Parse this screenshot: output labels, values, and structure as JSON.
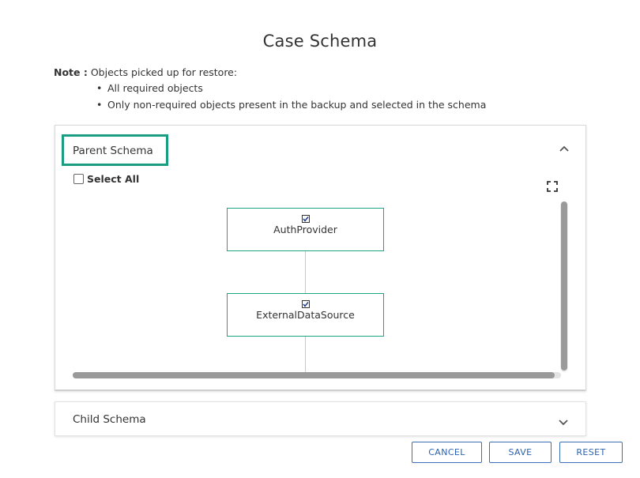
{
  "dialog": {
    "title": "Case Schema"
  },
  "note": {
    "label": "Note :",
    "text": "Objects picked up for restore:",
    "items": [
      "All required objects",
      "Only non-required objects present in the backup and selected in the schema"
    ]
  },
  "parent_panel": {
    "title": "Parent Schema",
    "expanded": true,
    "select_all_label": "Select All",
    "select_all_checked": false,
    "nodes": [
      {
        "label": "AuthProvider",
        "checked": true
      },
      {
        "label": "ExternalDataSource",
        "checked": true
      }
    ]
  },
  "child_panel": {
    "title": "Child Schema",
    "expanded": false
  },
  "buttons": {
    "cancel": "CANCEL",
    "save": "SAVE",
    "reset": "RESET"
  },
  "colors": {
    "accent_border": "#1a9e82",
    "node_border": "#1aa483",
    "button_text": "#2c63b0"
  },
  "icons": {
    "collapse": "chevron-up-icon",
    "expand": "chevron-down-icon",
    "fullscreen": "fullscreen-icon",
    "node_check": "checkbox-checked-icon"
  }
}
